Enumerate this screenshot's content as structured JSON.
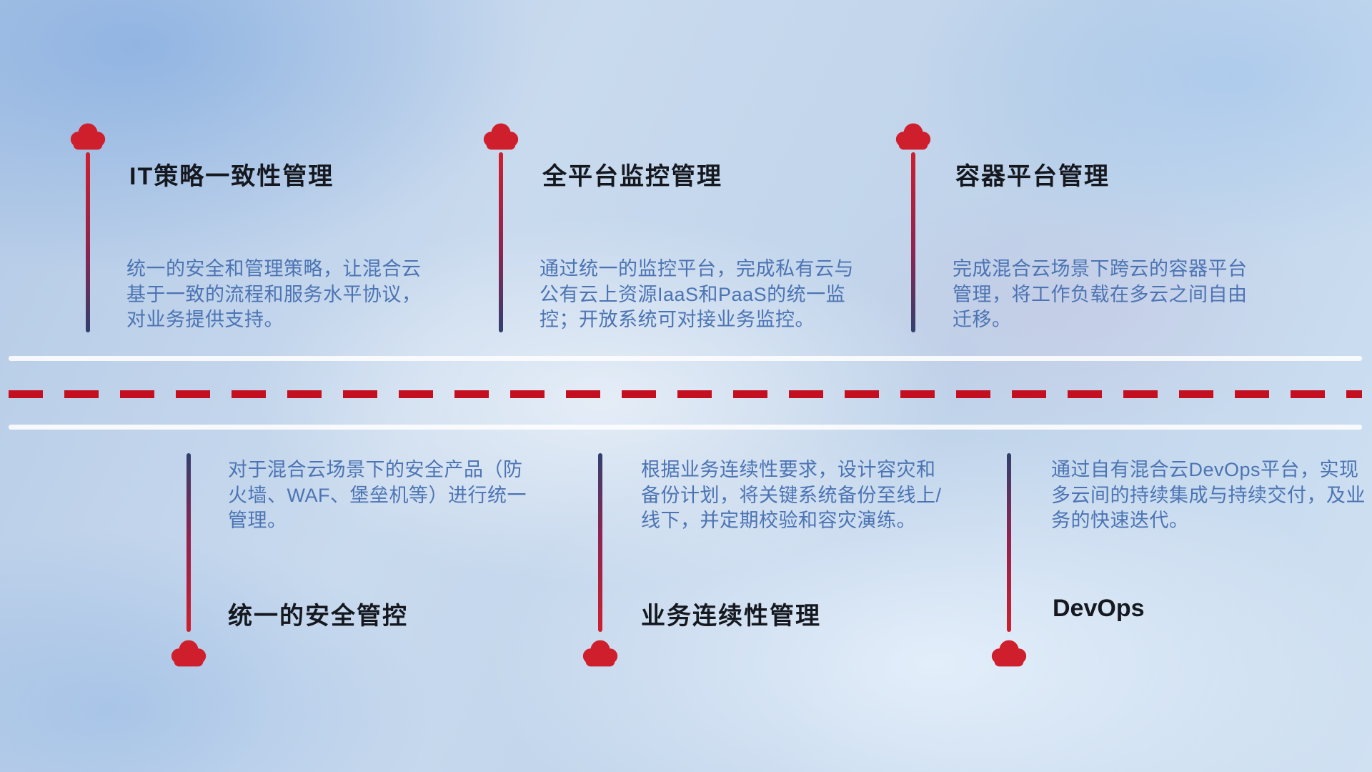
{
  "colors": {
    "accent_red": "#cf1f2d",
    "dash_red": "#c30f20",
    "stem_blue": "#31406e",
    "title_color": "#15181f",
    "description_color": "#4c74b3"
  },
  "top_items": [
    {
      "icon": "cloud-icon",
      "title": "IT策略一致性管理",
      "description": "统一的安全和管理策略，让混合云基于一致的流程和服务水平协议，对业务提供支持。"
    },
    {
      "icon": "cloud-icon",
      "title": "全平台监控管理",
      "description": "通过统一的监控平台，完成私有云与公有云上资源IaaS和PaaS的统一监控；开放系统可对接业务监控。"
    },
    {
      "icon": "cloud-icon",
      "title": "容器平台管理",
      "description": "完成混合云场景下跨云的容器平台管理，将工作负载在多云之间自由迁移。"
    }
  ],
  "bottom_items": [
    {
      "icon": "cloud-icon",
      "title": "统一的安全管控",
      "description": "对于混合云场景下的安全产品（防火墙、WAF、堡垒机等）进行统一管理。"
    },
    {
      "icon": "cloud-icon",
      "title": "业务连续性管理",
      "description": "根据业务连续性要求，设计容灾和备份计划，将关键系统备份至线上/线下，并定期校验和容灾演练。"
    },
    {
      "icon": "cloud-icon",
      "title": "DevOps",
      "description": "通过自有混合云DevOps平台，实现多云间的持续集成与持续交付，及业务的快速迭代。"
    }
  ]
}
